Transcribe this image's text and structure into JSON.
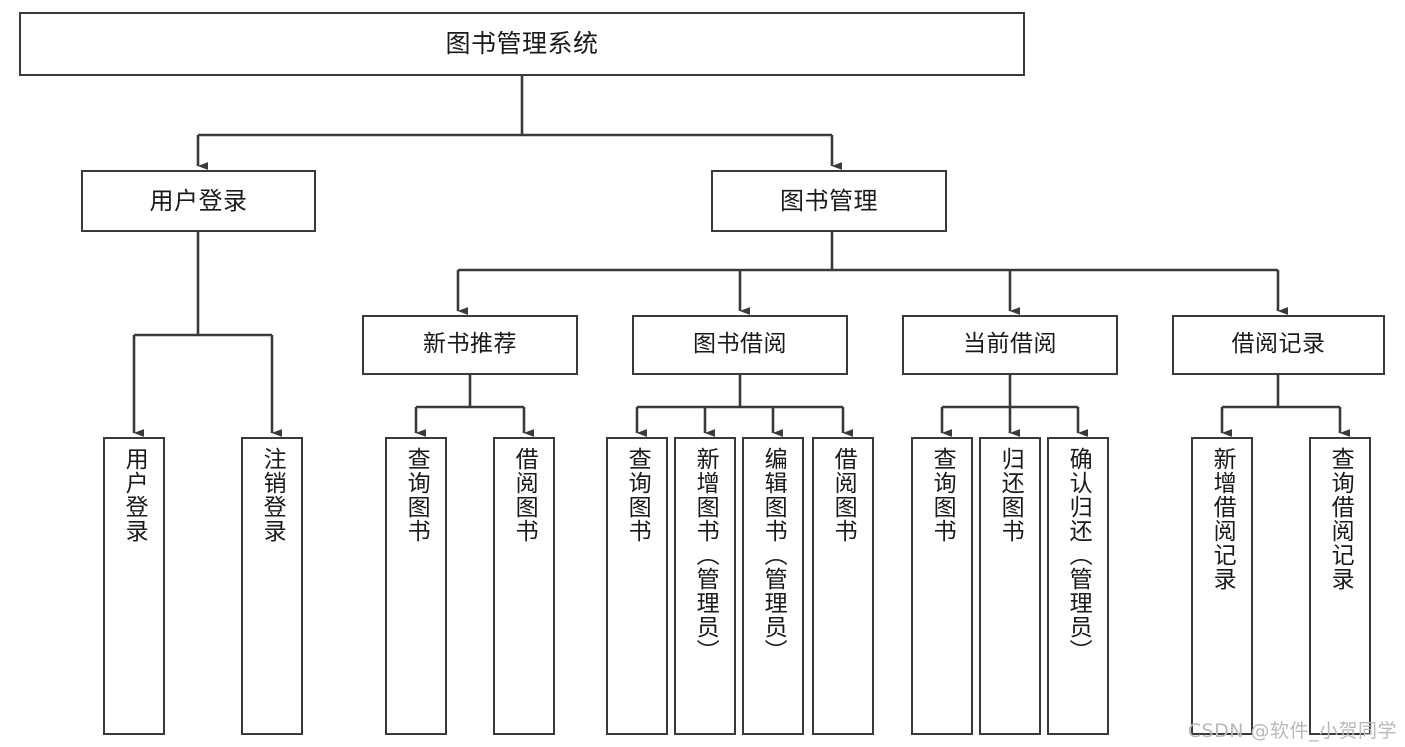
{
  "diagram": {
    "title": "图书管理系统",
    "type": "hierarchy-tree",
    "colors": {
      "box_border": "#3a3a3a",
      "box_fill": "#ffffff",
      "edge": "#3a3a3a",
      "text": "#1a1a1a",
      "watermark": "#b9b9b9"
    },
    "root": {
      "id": "root",
      "label": "图书管理系统"
    },
    "level1": [
      {
        "id": "user-login",
        "label": "用户登录"
      },
      {
        "id": "book-management",
        "label": "图书管理"
      }
    ],
    "level2": [
      {
        "id": "new-book-recommend",
        "label": "新书推荐",
        "parent": "book-management"
      },
      {
        "id": "book-borrow",
        "label": "图书借阅",
        "parent": "book-management"
      },
      {
        "id": "current-borrow",
        "label": "当前借阅",
        "parent": "book-management"
      },
      {
        "id": "borrow-record",
        "label": "借阅记录",
        "parent": "book-management"
      }
    ],
    "leaves": [
      {
        "id": "leaf-user-login",
        "label": "用户登录",
        "parent": "user-login"
      },
      {
        "id": "leaf-logout",
        "label": "注销登录",
        "parent": "user-login"
      },
      {
        "id": "leaf-query-book-1",
        "label": "查询图书",
        "parent": "new-book-recommend"
      },
      {
        "id": "leaf-borrow-book-1",
        "label": "借阅图书",
        "parent": "new-book-recommend"
      },
      {
        "id": "leaf-query-book-2",
        "label": "查询图书",
        "parent": "book-borrow"
      },
      {
        "id": "leaf-add-book",
        "label": "新增图书（管理员）",
        "parent": "book-borrow"
      },
      {
        "id": "leaf-edit-book",
        "label": "编辑图书（管理员）",
        "parent": "book-borrow"
      },
      {
        "id": "leaf-borrow-book-2",
        "label": "借阅图书",
        "parent": "book-borrow"
      },
      {
        "id": "leaf-query-book-3",
        "label": "查询图书",
        "parent": "current-borrow"
      },
      {
        "id": "leaf-return-book",
        "label": "归还图书",
        "parent": "current-borrow"
      },
      {
        "id": "leaf-confirm-return",
        "label": "确认归还（管理员）",
        "parent": "current-borrow"
      },
      {
        "id": "leaf-add-record",
        "label": "新增借阅记录",
        "parent": "borrow-record"
      },
      {
        "id": "leaf-query-record",
        "label": "查询借阅记录",
        "parent": "borrow-record"
      }
    ]
  },
  "watermark": {
    "text": "CSDN @软件_小贺同学"
  }
}
